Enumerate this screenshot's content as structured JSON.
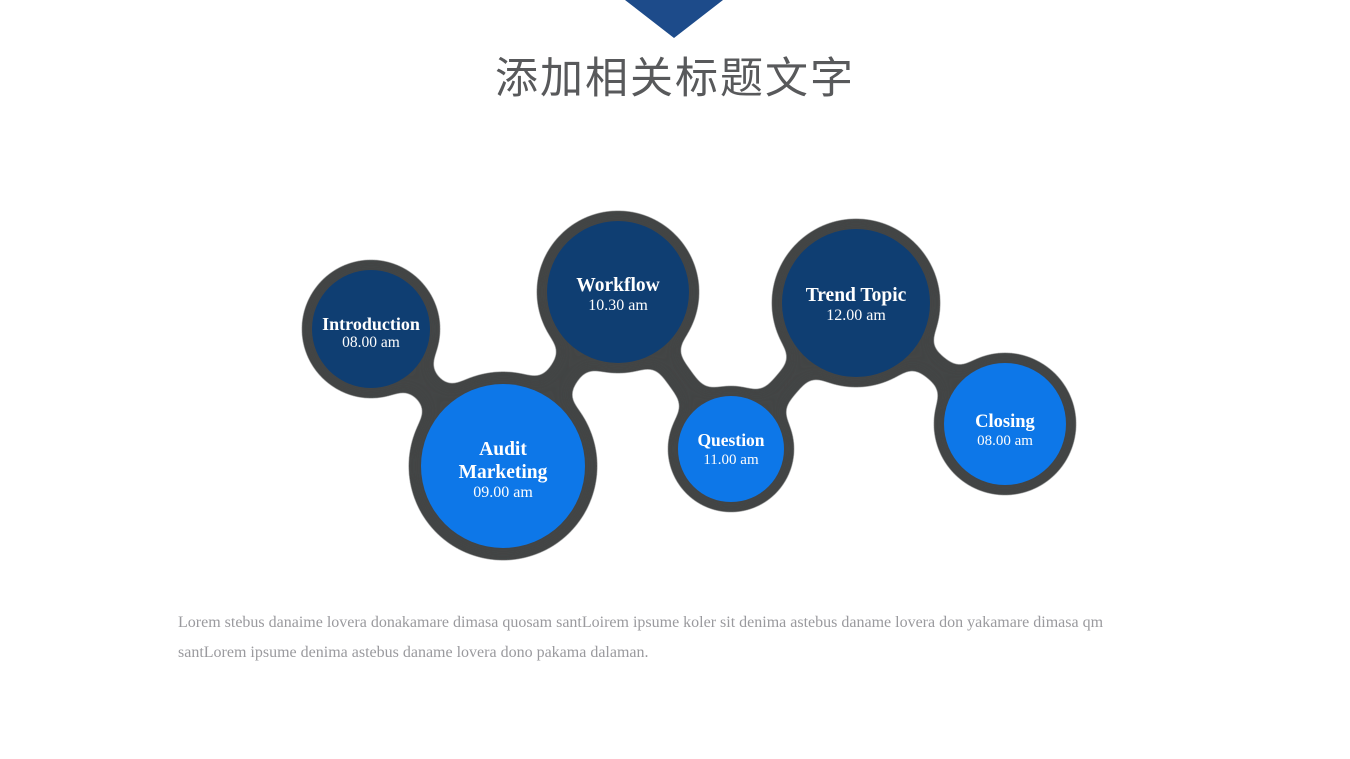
{
  "header": {
    "title": "添加相关标题文字",
    "title_color": "#58595b",
    "arrow_color": "#1d4b8a"
  },
  "diagram": {
    "connector_color": "#434445",
    "node_colors": {
      "navy": "#0f3e72",
      "bright_blue": "#0d77e8"
    },
    "nodes": [
      {
        "lines": [
          "Introduction"
        ],
        "time": "08.00 am",
        "fill": "#0f3e72"
      },
      {
        "lines": [
          "Audit",
          "Marketing"
        ],
        "time": "09.00 am",
        "fill": "#0d77e8"
      },
      {
        "lines": [
          "Workflow"
        ],
        "time": "10.30 am",
        "fill": "#0f3e72"
      },
      {
        "lines": [
          "Question"
        ],
        "time": "11.00 am",
        "fill": "#0d77e8"
      },
      {
        "lines": [
          "Trend Topic"
        ],
        "time": "12.00 am",
        "fill": "#0f3e72"
      },
      {
        "lines": [
          "Closing"
        ],
        "time": "08.00 am",
        "fill": "#0d77e8"
      }
    ]
  },
  "footer": {
    "line1": "Lorem stebus danaime lovera donakamare dimasa quosam santLoirem ipsume koler sit denima astebus daname lovera don yakamare dimasa qm",
    "line2": "santLorem ipsume denima astebus daname lovera dono pakama dalaman."
  }
}
